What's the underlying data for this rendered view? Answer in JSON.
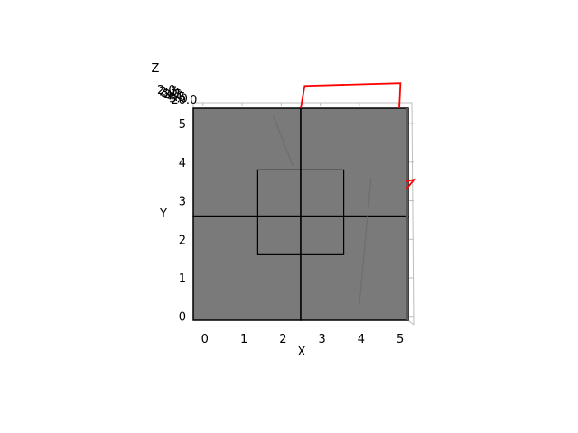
{
  "chart_data": {
    "type": "scatter",
    "subtype": "3d-surface-top-view",
    "title": "",
    "xlabel": "X",
    "ylabel": "Y",
    "zlabel": "Z",
    "xlim": [
      -0.25,
      5.25
    ],
    "ylim": [
      -0.1,
      5.4
    ],
    "x_ticks": [
      0,
      1,
      2,
      3,
      4,
      5
    ],
    "y_ticks": [
      0,
      1,
      2,
      3,
      4,
      5
    ],
    "z_ticks": [
      "2.0",
      "2.5",
      "3.0",
      "3.5",
      "4.0",
      "4.5",
      "5.0",
      "20.0"
    ],
    "grid": true,
    "colors": {
      "surface": "#7a7a7a",
      "surface_edge": "#000000",
      "line": "#ff0000",
      "pane_edge": "#bdbdbd"
    },
    "surface_patches": [
      {
        "x": [
          -0.25,
          2.5
        ],
        "y": [
          2.6,
          5.4
        ]
      },
      {
        "x": [
          2.5,
          5.25
        ],
        "y": [
          2.6,
          5.4
        ]
      },
      {
        "x": [
          -0.25,
          2.5
        ],
        "y": [
          -0.1,
          2.6
        ]
      },
      {
        "x": [
          2.5,
          5.25
        ],
        "y": [
          -0.1,
          2.6
        ]
      }
    ],
    "inner_square": {
      "x": [
        1.4,
        3.6
      ],
      "y": [
        1.6,
        3.8
      ]
    },
    "series": [
      {
        "points": [
          {
            "x": 2.5,
            "y": 5.4
          },
          {
            "x": 2.6,
            "y": 5.98
          },
          {
            "x": 5.05,
            "y": 6.05
          },
          {
            "x": 5.02,
            "y": 5.4
          }
        ]
      },
      {
        "points": [
          {
            "x": 5.2,
            "y": 3.5
          },
          {
            "x": 5.4,
            "y": 3.55
          },
          {
            "x": 5.2,
            "y": 3.3
          }
        ]
      }
    ]
  }
}
